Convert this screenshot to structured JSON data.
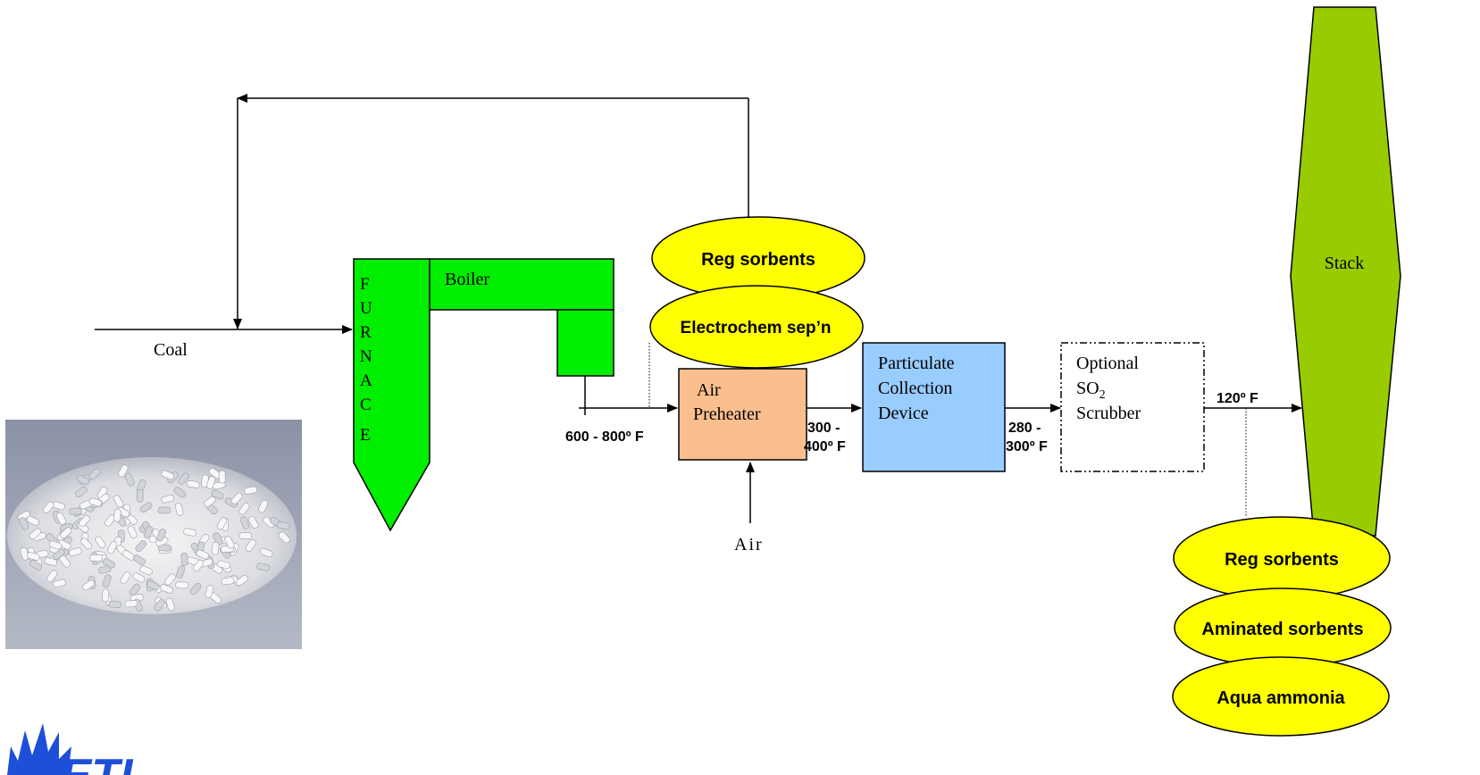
{
  "labels": {
    "coal": "Coal",
    "furnace_letters": [
      "F",
      "U",
      "R",
      "N",
      "A",
      "C",
      "E"
    ],
    "boiler": "Boiler",
    "air_preheater_line1": "Air",
    "air_preheater_line2": "Preheater",
    "air": "Air",
    "particulate_line1": "Particulate",
    "particulate_line2": "Collection",
    "particulate_line3": "Device",
    "scrubber_line1": "Optional",
    "scrubber_line2_main": "SO",
    "scrubber_line2_sub": "2",
    "scrubber_line3": "Scrubber",
    "stack": "Stack"
  },
  "temperatures": {
    "t1": "600 - 800º F",
    "t2_line1": "300 -",
    "t2_line2": "400º F",
    "t3_line1": "280 -",
    "t3_line2": "300º F",
    "t4": "120º F"
  },
  "ellipses": {
    "top_reg_sorbents": "Reg sorbents",
    "electrochem": "Electrochem sep’n",
    "right_reg_sorbents": "Reg sorbents",
    "aminated": "Aminated sorbents",
    "aqua_ammonia": "Aqua ammonia"
  },
  "logo": {
    "text": "NETL"
  },
  "colors": {
    "furnace_boiler": "#00ee00",
    "air_preheater": "#fbbf8f",
    "particulate": "#99ccff",
    "stack": "#99cc00",
    "ellipse": "#ffff00",
    "logo_blue": "#1e4fd8"
  }
}
